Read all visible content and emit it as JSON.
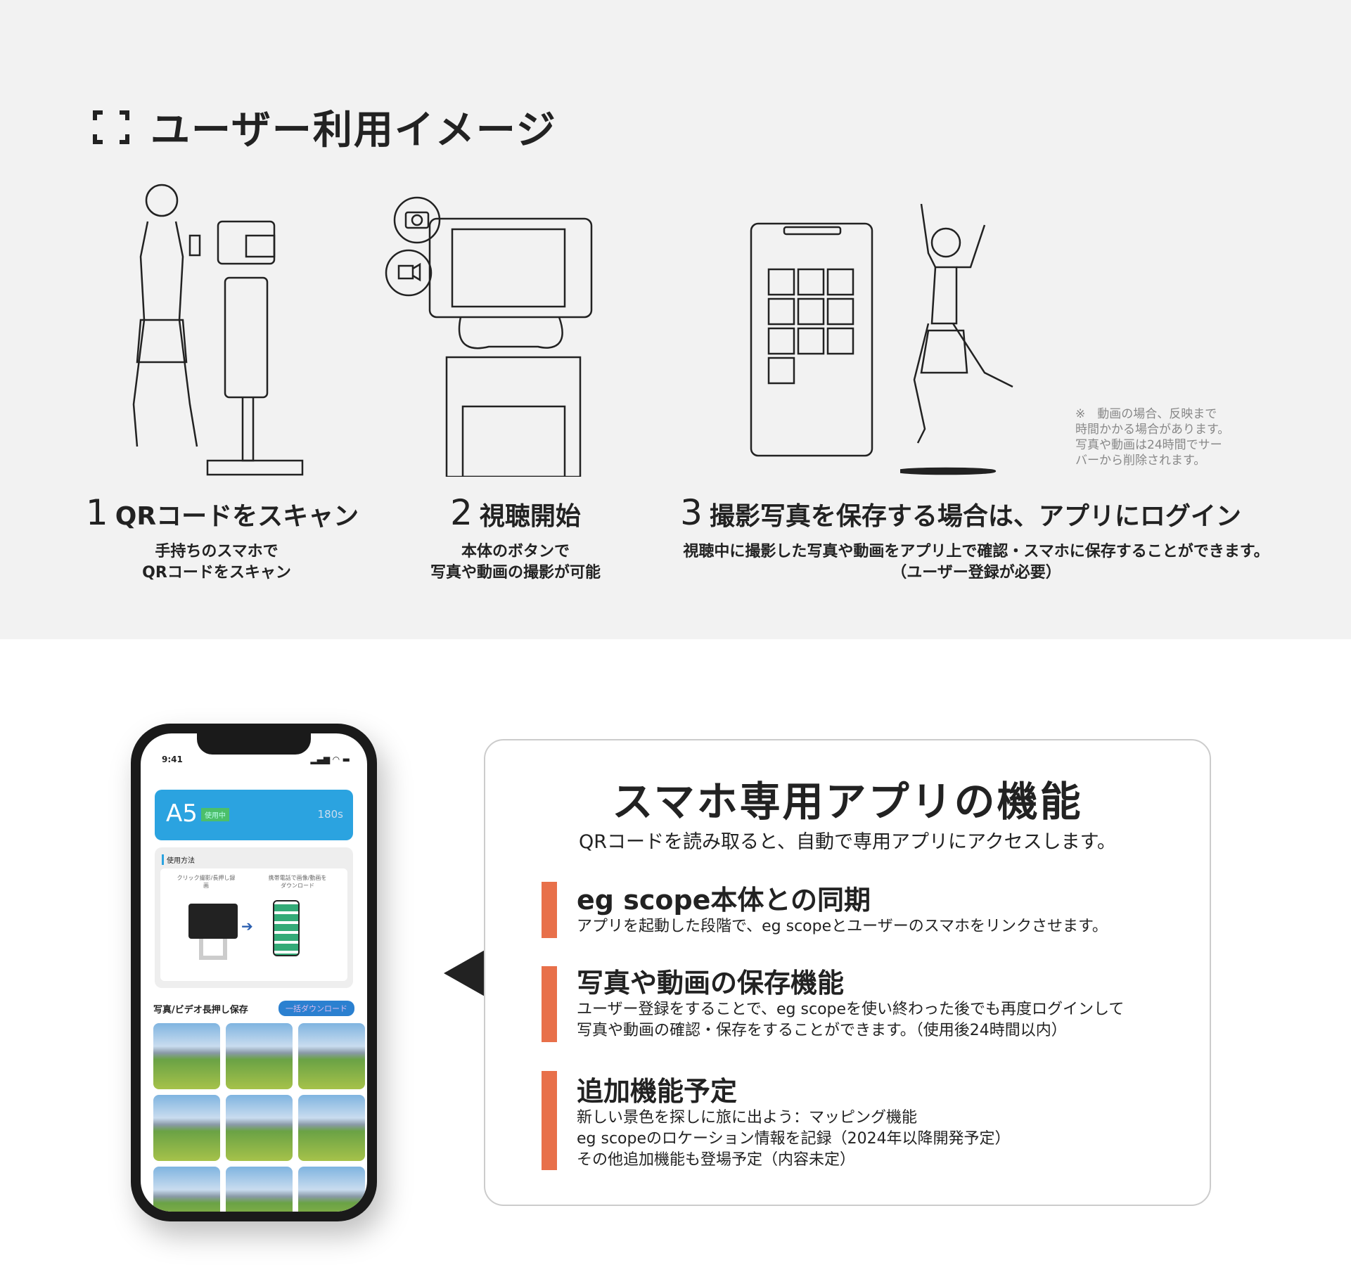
{
  "section1": {
    "title": "ユーザー利用イメージ",
    "steps": [
      {
        "num": "1",
        "heading": "QRコードをスキャン",
        "desc": [
          "手持ちのスマホで",
          "QRコードをスキャン"
        ]
      },
      {
        "num": "2",
        "heading": "視聴開始",
        "desc": [
          "本体のボタンで",
          "写真や動画の撮影が可能"
        ]
      },
      {
        "num": "3",
        "heading": "撮影写真を保存する場合は、アプリにログイン",
        "desc": [
          "視聴中に撮影した写真や動画をアプリ上で確認・スマホに保存することができます。",
          "（ユーザー登録が必要）"
        ]
      }
    ],
    "note": [
      "※　動画の場合、反映まで",
      "時間かかる場合があります。",
      "写真や動画は24時間でサー",
      "バーから削除されます。"
    ]
  },
  "phone": {
    "time": "9:41",
    "device": "A5",
    "status_badge": "使用中",
    "timer": "180s",
    "howto_label": "使用方法",
    "howto_left": "クリック撮影/長押し録画",
    "howto_right": "携帯電話で画像/動画をダウンロード",
    "gallery_label": "写真/ビデオ長押し保存",
    "download_all": "一括ダウンロード"
  },
  "card": {
    "title": "スマホ専用アプリの機能",
    "subtitle": "QRコードを読み取ると、自動で専用アプリにアクセスします。",
    "accent": "#e8704a",
    "features": [
      {
        "heading": "eg scope本体との同期",
        "lines": [
          "アプリを起動した段階で、eg scopeとユーザーのスマホをリンクさせます。"
        ]
      },
      {
        "heading": "写真や動画の保存機能",
        "lines": [
          "ユーザー登録をすることで、eg scopeを使い終わった後でも再度ログインして",
          "写真や動画の確認・保存をすることができます。（使用後24時間以内）"
        ]
      },
      {
        "heading": "追加機能予定",
        "lines": [
          "新しい景色を探しに旅に出よう：マッピング機能",
          "eg scopeのロケーション情報を記録（2024年以降開発予定）",
          "その他追加機能も登場予定（内容未定）"
        ]
      }
    ]
  }
}
